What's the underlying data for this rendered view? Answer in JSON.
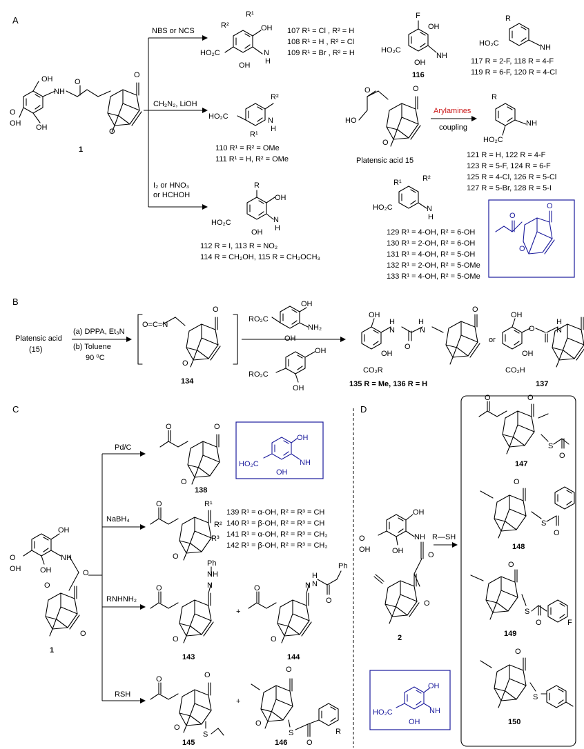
{
  "sections": {
    "A": "A",
    "B": "B",
    "C": "C",
    "D": "D"
  },
  "reagents": {
    "a_nbs": "NBS or NCS",
    "a_ch2n2": "CH₂N₂, LiOH",
    "a_i2_1": "I₂ or HNO₃",
    "a_i2_2": "or HCHOH",
    "a_arylamines": "Arylamines",
    "a_coupling": "coupling",
    "b_step1": "(a) DPPA, Et₃N",
    "b_step2": "(b) Toluene",
    "b_step3": "90 ⁰C",
    "c_pdc": "Pd/C",
    "c_nabh4": "NaBH₄",
    "c_rnhnh2": "RNHNH₂",
    "c_rsh": "RSH",
    "d_rsh": "R—SH",
    "or_word": "or"
  },
  "compounds": {
    "c1": "1",
    "c2": "2",
    "c15": "Platensic acid 15",
    "b_platensic": "Platensic acid",
    "b_15": "(15)",
    "c116": "116",
    "c134": "134",
    "c137": "137",
    "c138": "138",
    "c143": "143",
    "c144": "144",
    "c145": "145",
    "c146": "146",
    "c147": "147",
    "c148": "148",
    "c149": "149",
    "c150": "150",
    "b_135_136": "135 R = Me, 136 R = H"
  },
  "series": {
    "s107": "107 R¹ = Cl , R² = H",
    "s108": "108 R¹ = H , R² =  Cl",
    "s109": "109 R¹ = Br , R² = H",
    "s110": "110 R¹ = R² = OMe",
    "s111": "111 R¹ = H, R² = OMe",
    "s112": "112 R = I, 113 R = NO₂",
    "s114": "114 R = CH₂OH, 115 R = CH₂OCH₃",
    "s117": "117 R = 2-F, 118 R = 4-F",
    "s119": "119 R = 6-F, 120 R = 4-Cl",
    "s121": "121 R = H, 122 R = 4-F",
    "s123": "123 R = 5-F, 124 R = 6-F",
    "s125": "125 R = 4-Cl, 126 R = 5-Cl",
    "s127": "127 R = 5-Br, 128 R = 5-I",
    "s129": "129 R¹ = 4-OH, R² = 6-OH",
    "s130": "130 R¹ = 2-OH, R² = 6-OH",
    "s131": "131 R¹ = 4-OH, R² = 5-OH",
    "s132": "132 R¹ = 2-OH, R² = 5-OMe",
    "s133": "133 R¹ = 4-OH, R² = 5-OMe",
    "s139": "139 R¹ = α-OH, R² = R³ = CH",
    "s140": "140 R¹ = β-OH, R² = R³ = CH",
    "s141": "141 R¹ = α-OH, R² = R³ = CH₂",
    "s142": "142 R¹ = β-OH, R² = R³ = CH₂"
  },
  "atoms": {
    "oh": "OH",
    "ho": "HO",
    "nh": "NH",
    "n_h": "N",
    "h": "H",
    "o": "O",
    "ho2c": "HO₂C",
    "ro2c": "RO₂C",
    "co2r": "CO₂R",
    "co2h": "CO₂H",
    "nh2": "NH₂",
    "oco": "O=C=N",
    "f": "F",
    "r": "R",
    "r1": "R¹",
    "r2": "R²",
    "r3": "R³",
    "ph": "Ph",
    "s": "S",
    "plus": "+",
    "oh_h": "OH"
  },
  "colors": {
    "blue": "#1b1b9c",
    "red": "#cc1b1b",
    "ink": "#000000"
  }
}
